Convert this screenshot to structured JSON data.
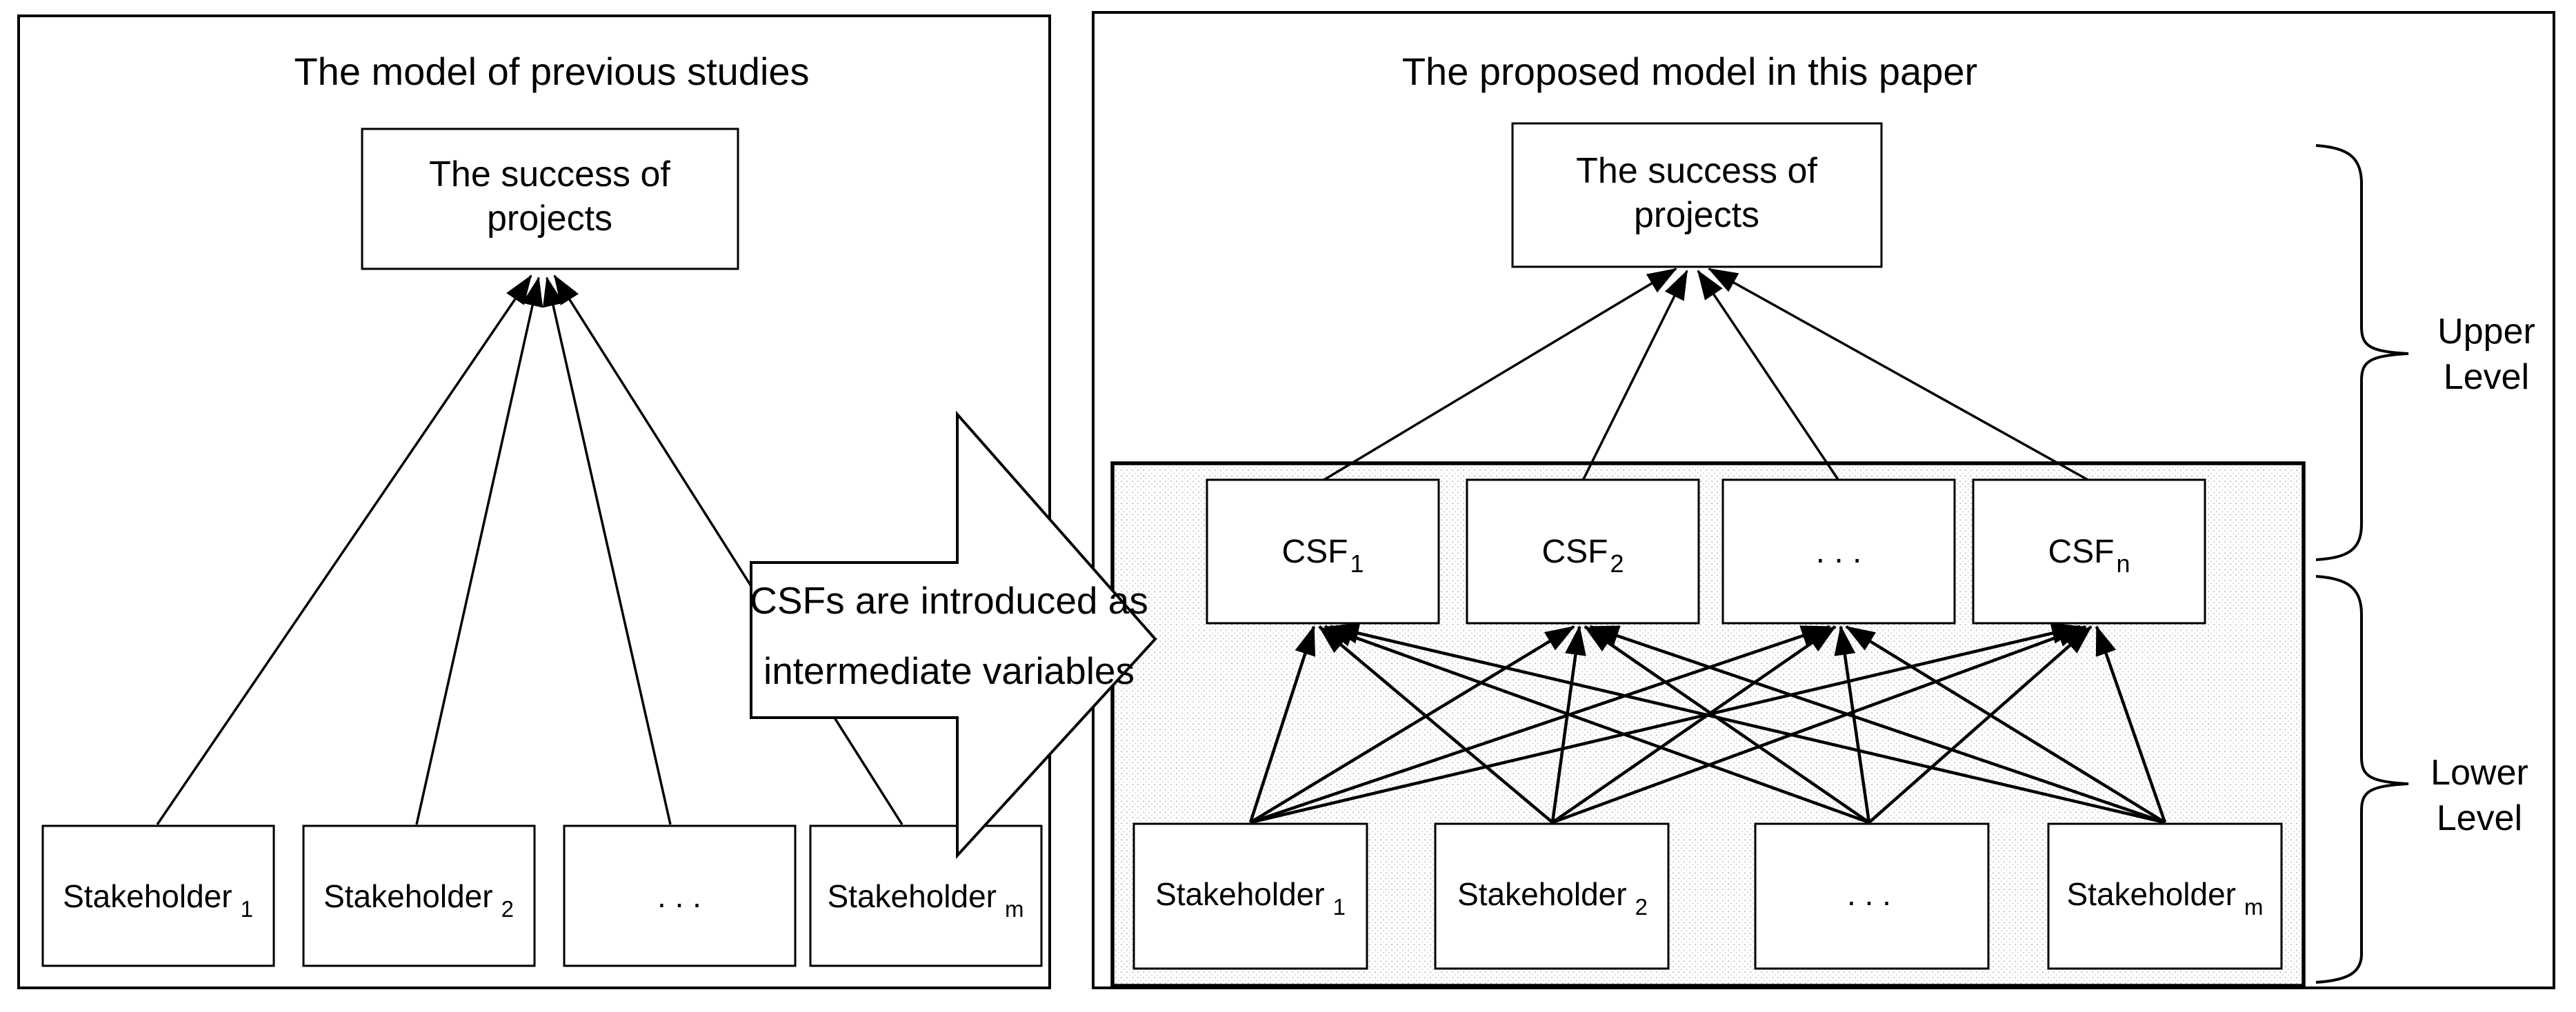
{
  "figure": {
    "left_panel": {
      "title": "The model of previous studies",
      "success_box": {
        "line1": "The success of",
        "line2": "projects"
      },
      "stakeholders": [
        {
          "label": "Stakeholder",
          "sub": "1"
        },
        {
          "label": "Stakeholder",
          "sub": "2"
        },
        {
          "label": ". . .",
          "sub": ""
        },
        {
          "label": "Stakeholder",
          "sub": "m"
        }
      ]
    },
    "transition_arrow": {
      "line1": "CSFs are introduced as",
      "line2": "intermediate variables"
    },
    "right_panel": {
      "title": "The proposed model in this paper",
      "success_box": {
        "line1": "The success of",
        "line2": "projects"
      },
      "csf_boxes": [
        {
          "label": "CSF",
          "sub": "1"
        },
        {
          "label": "CSF",
          "sub": "2"
        },
        {
          "label": ". . .",
          "sub": ""
        },
        {
          "label": "CSF",
          "sub": "n"
        }
      ],
      "stakeholders": [
        {
          "label": "Stakeholder",
          "sub": "1"
        },
        {
          "label": "Stakeholder",
          "sub": "2"
        },
        {
          "label": ". . .",
          "sub": ""
        },
        {
          "label": "Stakeholder",
          "sub": "m"
        }
      ],
      "upper_level_label": {
        "line1": "Upper",
        "line2": "Level"
      },
      "lower_level_label": {
        "line1": "Lower",
        "line2": "Level"
      }
    },
    "colors": {
      "line": "#000000",
      "background": "#ffffff",
      "box_fill": "#ffffff",
      "shade_dot": "#c2c2c2"
    }
  }
}
